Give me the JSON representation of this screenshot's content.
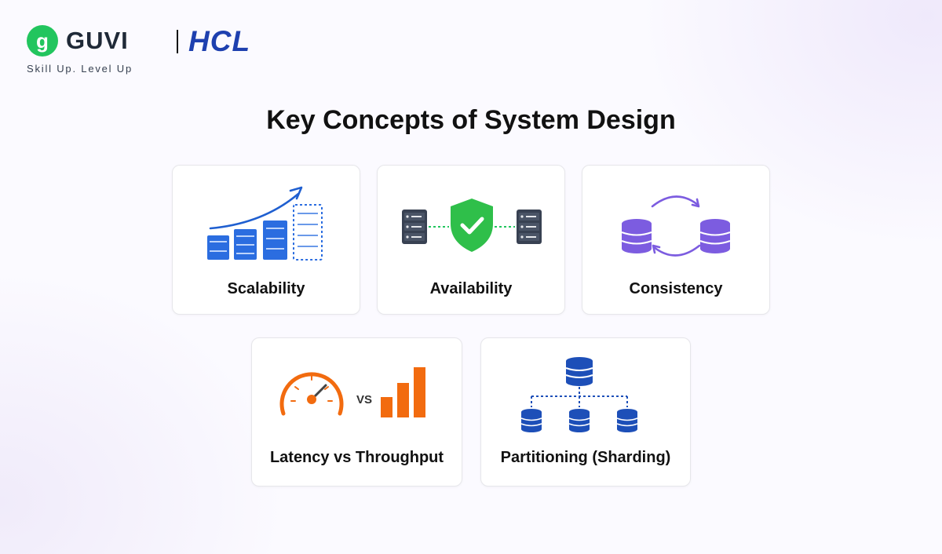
{
  "brand": {
    "logo_letter": "g",
    "name": "GUVI",
    "partner": "HCL",
    "tagline": "Skill Up. Level Up"
  },
  "title": "Key Concepts of System Design",
  "colors": {
    "guvi_green": "#22c55e",
    "hcl_blue": "#1e40af",
    "scalability_blue": "#2563eb",
    "server_dark": "#374151",
    "shield_green": "#22c55e",
    "consistency_purple": "#7c5ce0",
    "latency_orange": "#f26b0f",
    "shard_blue": "#1d4fb8"
  },
  "cards": {
    "scalability": {
      "label": "Scalability",
      "icons": [
        "trend-arrow-icon",
        "server-stack-icon"
      ]
    },
    "availability": {
      "label": "Availability",
      "icons": [
        "server-icon",
        "shield-check-icon"
      ]
    },
    "consistency": {
      "label": "Consistency",
      "icons": [
        "database-icon",
        "sync-arrows-icon"
      ]
    },
    "latency": {
      "label": "Latency vs Throughput",
      "vs_text": "VS",
      "icons": [
        "speedometer-icon",
        "bar-chart-icon"
      ]
    },
    "partitioning": {
      "label": "Partitioning (Sharding)",
      "icons": [
        "database-icon",
        "shard-tree-icon"
      ]
    }
  }
}
